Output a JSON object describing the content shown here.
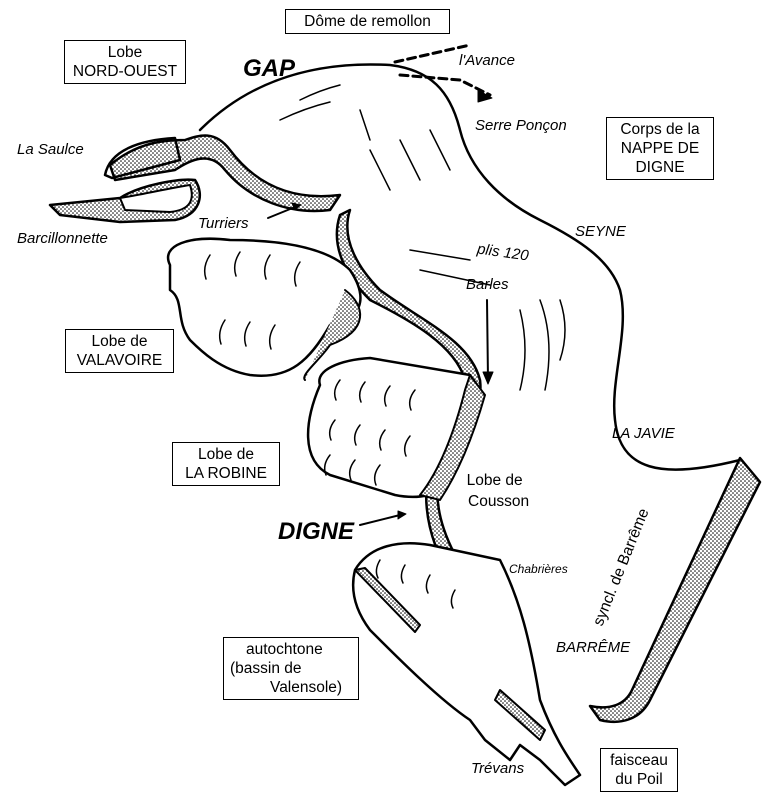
{
  "title": "Nappe de Digne block diagram",
  "boxes": {
    "dome": "Dôme de remollon",
    "nord_ouest": [
      "Lobe",
      "NORD-OUEST"
    ],
    "nappe": [
      "Corps de la",
      "NAPPE DE",
      "DIGNE"
    ],
    "valavoire": [
      "Lobe de",
      "VALAVOIRE"
    ],
    "robine": [
      "Lobe de",
      "LA ROBINE"
    ],
    "autochtone": [
      "autochtone",
      "(bassin de",
      "Valensole)"
    ],
    "faisceau": [
      "faisceau",
      "du Poil"
    ]
  },
  "places": {
    "gap": "GAP",
    "digne": "DIGNE",
    "avance": "l'Avance",
    "serre_poncon": "Serre Ponçon",
    "la_saulce": "La Saulce",
    "barcillonnette": "Barcillonnette",
    "turriers": "Turriers",
    "seyne": "SEYNE",
    "plis": "plis 120",
    "barles": "Barles",
    "la_javie": "LA JAVIE",
    "cousson": [
      "Lobe de",
      "Cousson"
    ],
    "chabrieres": "Chabrières",
    "syncl": "syncl. de Barrême",
    "barreme": "BARRÊME",
    "trevans": "Trévans"
  }
}
